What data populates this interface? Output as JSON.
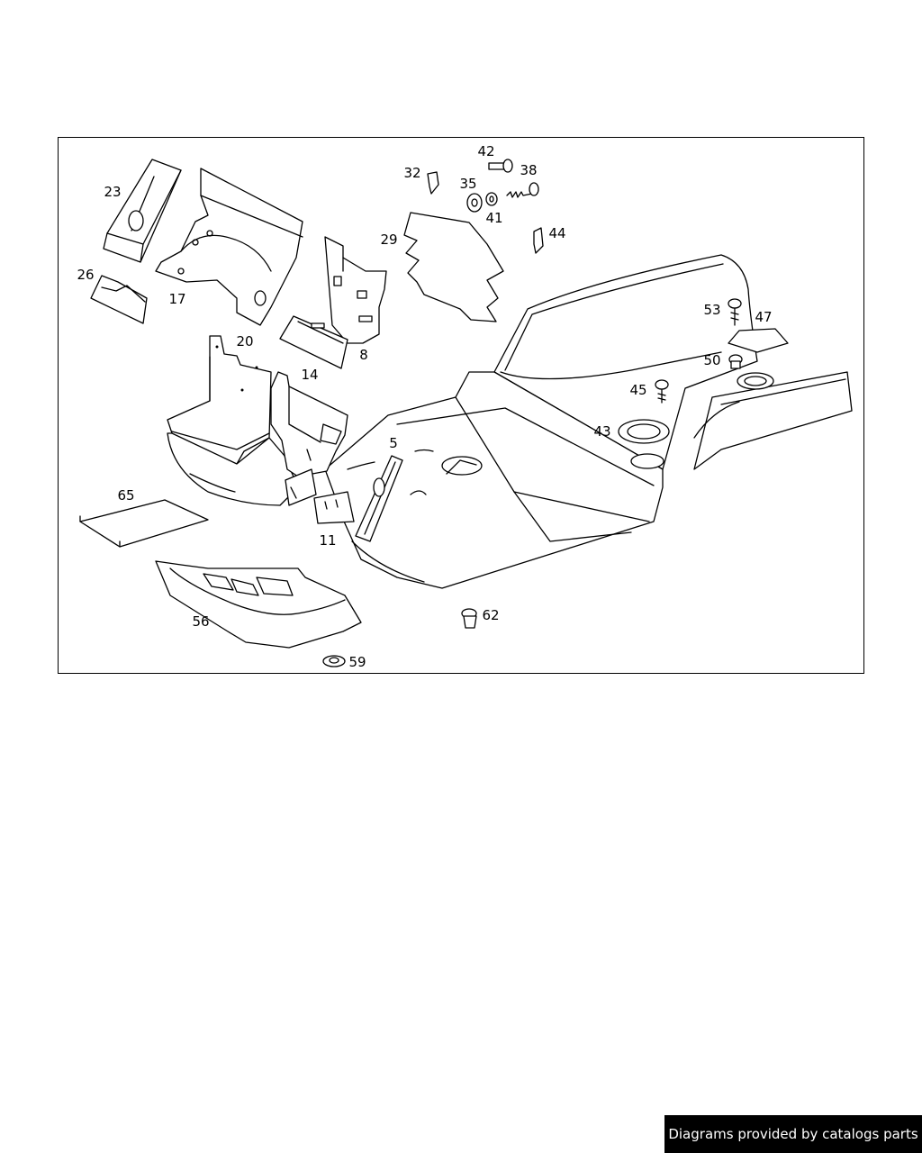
{
  "diagram": {
    "callouts": [
      {
        "id": "c23",
        "text": "23"
      },
      {
        "id": "c26",
        "text": "26"
      },
      {
        "id": "c17",
        "text": "17"
      },
      {
        "id": "c20",
        "text": "20"
      },
      {
        "id": "c14",
        "text": "14"
      },
      {
        "id": "c8",
        "text": "8"
      },
      {
        "id": "c29",
        "text": "29"
      },
      {
        "id": "c32",
        "text": "32"
      },
      {
        "id": "c42",
        "text": "42"
      },
      {
        "id": "c35",
        "text": "35"
      },
      {
        "id": "c38",
        "text": "38"
      },
      {
        "id": "c41",
        "text": "41"
      },
      {
        "id": "c44",
        "text": "44"
      },
      {
        "id": "c53",
        "text": "53"
      },
      {
        "id": "c47",
        "text": "47"
      },
      {
        "id": "c50",
        "text": "50"
      },
      {
        "id": "c45",
        "text": "45"
      },
      {
        "id": "c43",
        "text": "43"
      },
      {
        "id": "c5",
        "text": "5"
      },
      {
        "id": "c65",
        "text": "65"
      },
      {
        "id": "c11",
        "text": "11"
      },
      {
        "id": "c56",
        "text": "56"
      },
      {
        "id": "c62",
        "text": "62"
      },
      {
        "id": "c59",
        "text": "59"
      }
    ]
  },
  "footer": {
    "credit": "Diagrams provided by catalogs parts"
  }
}
